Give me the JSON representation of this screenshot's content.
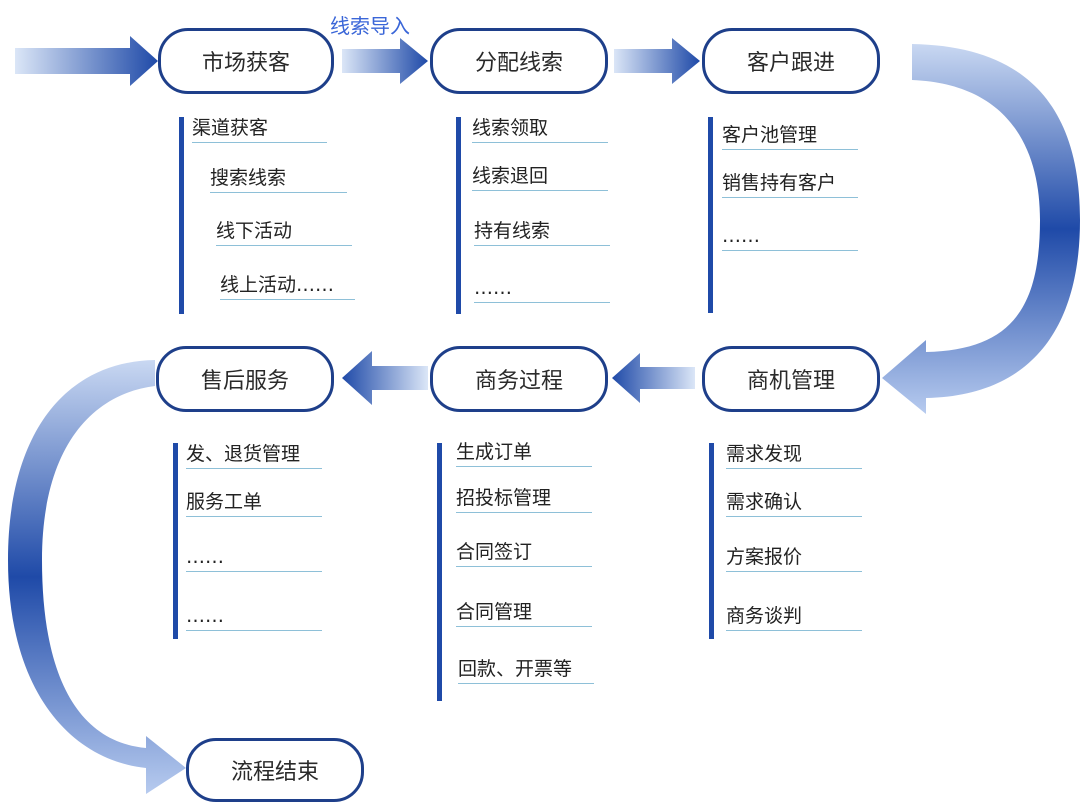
{
  "arrow_label": "线索导入",
  "colors": {
    "node_border": "#1e3f8a",
    "arrow_dark": "#1f4aa8",
    "arrow_light": "#c9d8f2",
    "underline": "#8ec0d8"
  },
  "stages": [
    {
      "id": "s1",
      "label": "市场获客",
      "items": [
        "渠道获客",
        "搜索线索",
        "线下活动",
        "线上活动……"
      ]
    },
    {
      "id": "s2",
      "label": "分配线索",
      "items": [
        "线索领取",
        "线索退回",
        "持有线索",
        "……"
      ]
    },
    {
      "id": "s3",
      "label": "客户跟进",
      "items": [
        "客户池管理",
        "销售持有客户",
        "……"
      ]
    },
    {
      "id": "s4",
      "label": "商机管理",
      "items": [
        "需求发现",
        "需求确认",
        "方案报价",
        "商务谈判"
      ]
    },
    {
      "id": "s5",
      "label": "商务过程",
      "items": [
        "生成订单",
        "招投标管理",
        "合同签订",
        "合同管理",
        "回款、开票等"
      ]
    },
    {
      "id": "s6",
      "label": "售后服务",
      "items": [
        "发、退货管理",
        "服务工单",
        "……",
        "……"
      ]
    },
    {
      "id": "s7",
      "label": "流程结束",
      "items": []
    }
  ]
}
